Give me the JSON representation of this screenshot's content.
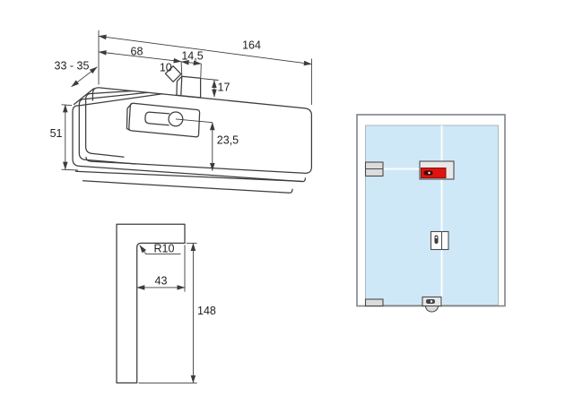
{
  "fitting_view": {
    "dim_total_length": "164",
    "dim_pivot_offset": "68",
    "dim_pivot_tab_width": "14,5",
    "dim_pivot_pin": "10",
    "dim_pivot_tab_height": "17",
    "dim_depth_range": "33 - 35",
    "dim_body_height": "51",
    "dim_axis_to_bottom": "23,5"
  },
  "cutout_view": {
    "corner_radius": "R10",
    "cutout_width": "43",
    "cutout_height": "148"
  },
  "door_diagram": {
    "fitting_names": [
      "sidelight-transom-connector",
      "overpanel-patch-highlighted",
      "center-lock-patch",
      "bottom-corner-patch",
      "floor-pivot-fitting"
    ]
  },
  "colors": {
    "line": "#3c3c3c",
    "glass_blue": "#cfe8f8",
    "highlight_red": "#de1410",
    "fitting_gray": "#dcdcdc",
    "fitting_light": "#e8e8e8",
    "frame_gray": "#7f8488",
    "joint_white": "#ffffff"
  }
}
